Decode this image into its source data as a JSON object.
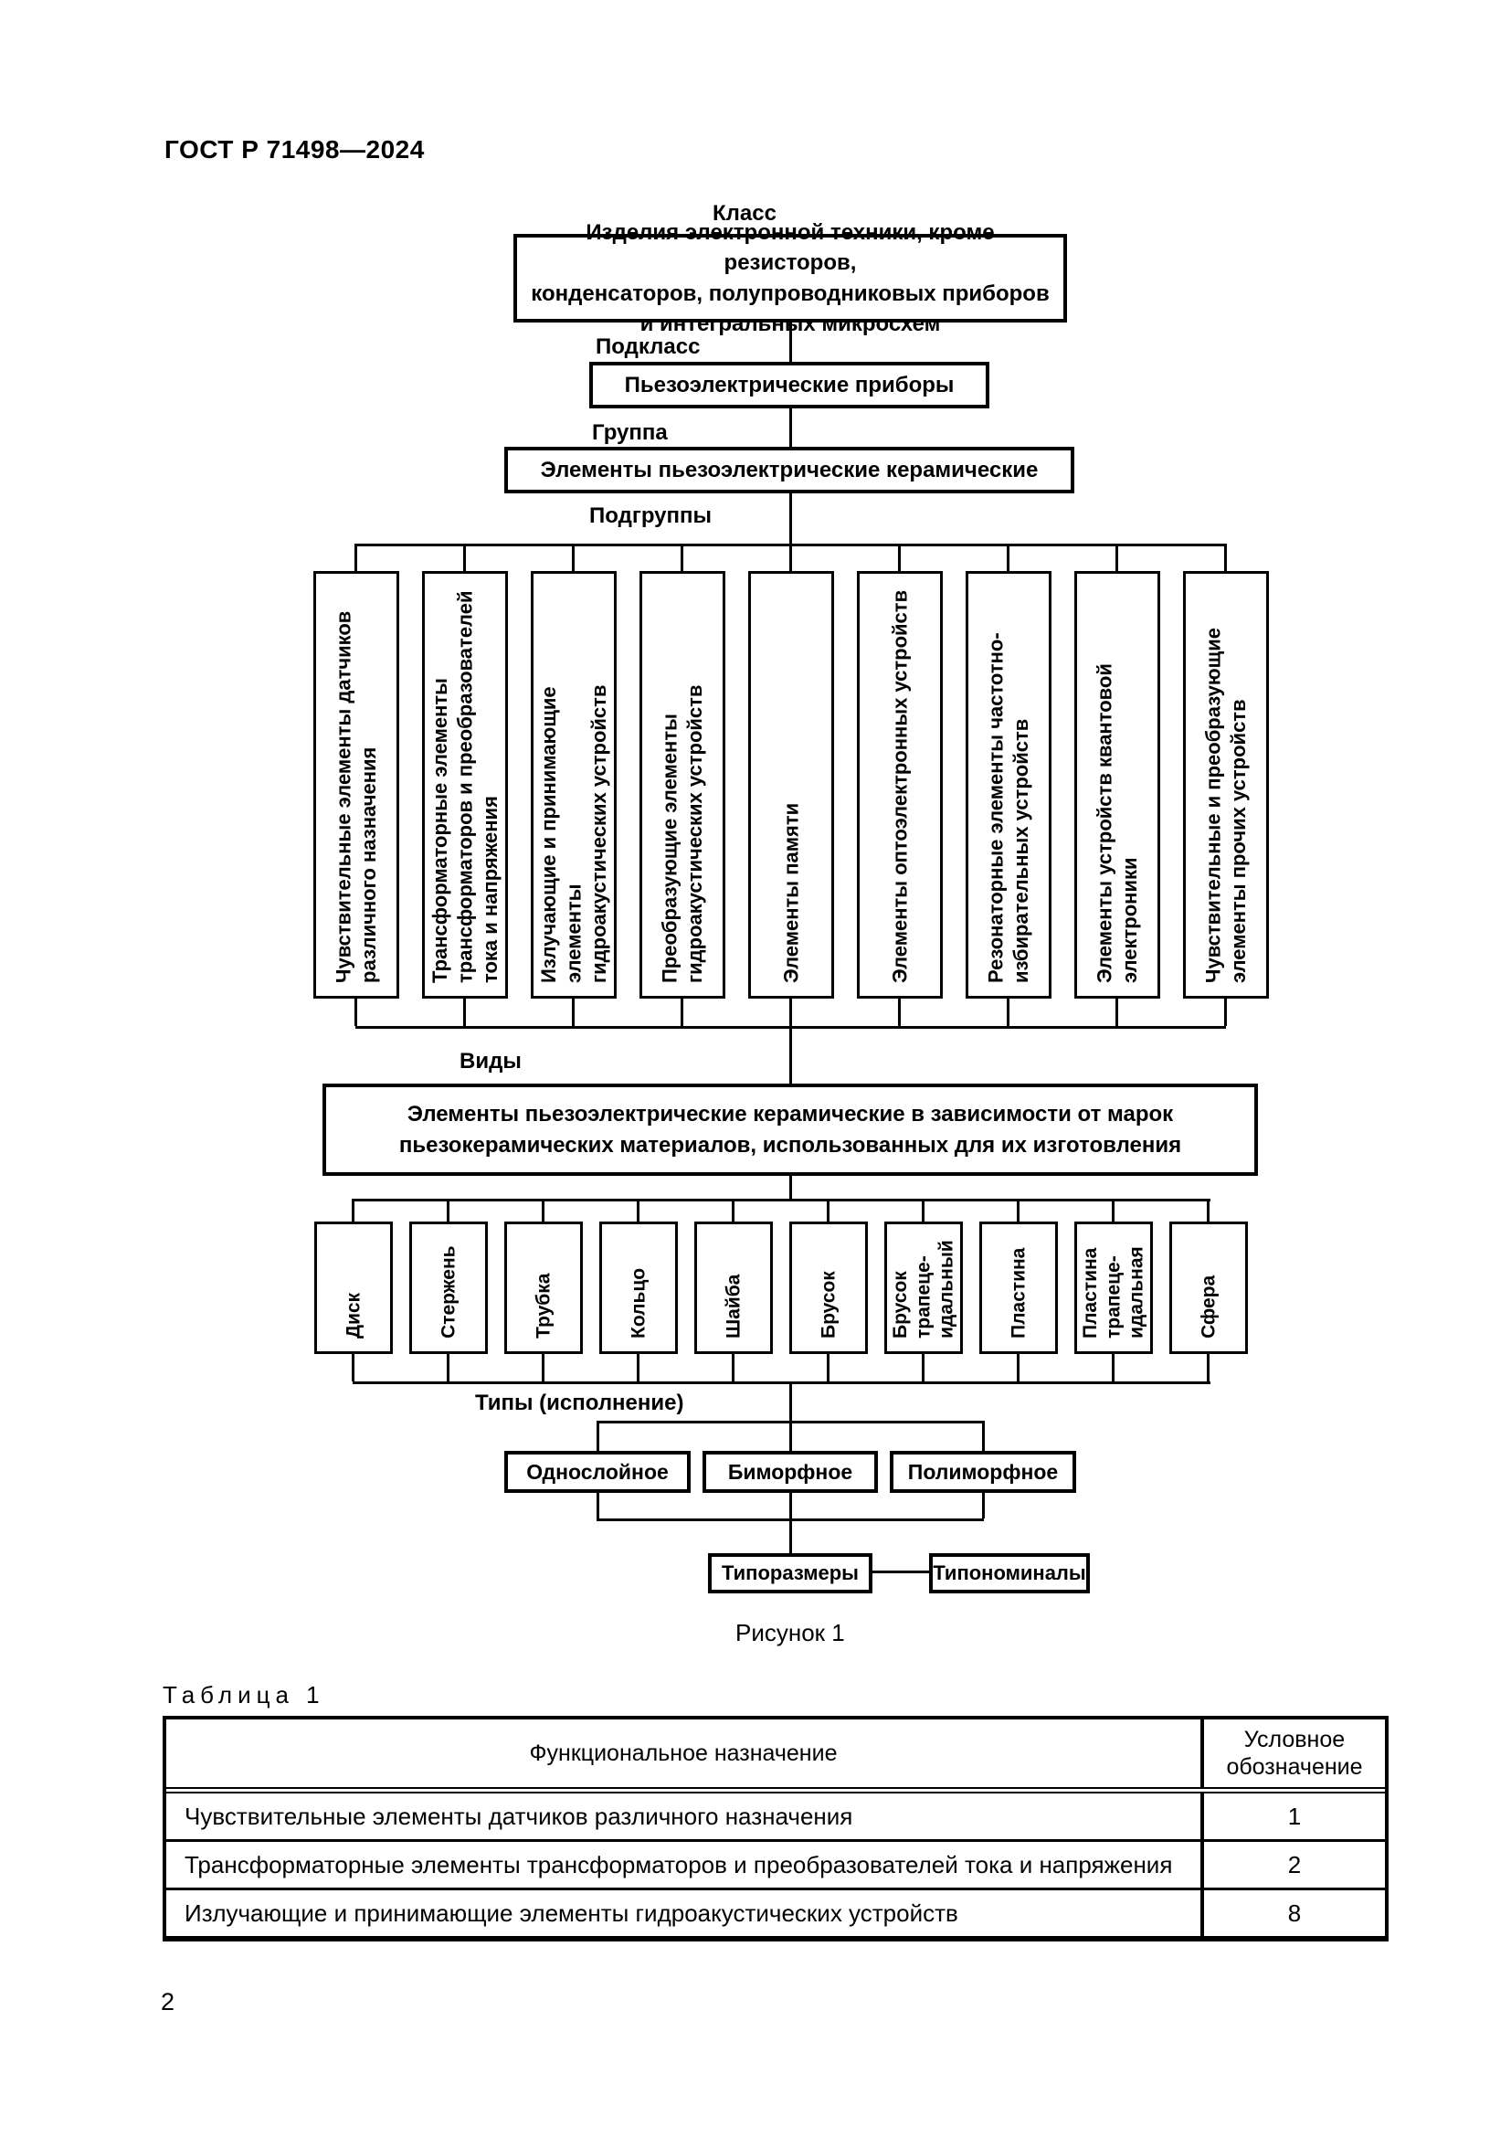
{
  "page": {
    "header": "ГОСТ Р 71498—2024",
    "figure_caption": "Рисунок 1",
    "table_caption": "Таблица 1",
    "page_number": "2"
  },
  "figure": {
    "class_label": "Класс",
    "class_box": "Изделия электронной техники, кроме резисторов,\nконденсаторов, полупроводниковых приборов\nи интегральных микросхем",
    "subclass_label": "Подкласс",
    "subclass_box": "Пьезоэлектрические приборы",
    "group_label": "Группа",
    "group_box": "Элементы пьезоэлектрические керамические",
    "subgroups_label": "Подгруппы",
    "subgroups": [
      "Чувствительные элементы датчиков\nразличного назначения",
      "Трансформаторные элементы\nтрансформаторов и преобразователей\nтока и напряжения",
      "Излучающие и принимающие элементы\nгидроакустических устройств",
      "Преобразующие элементы\nгидроакустических устройств",
      "Элементы памяти",
      "Элементы оптоэлектронных устройств",
      "Резонаторные элементы частотно-\nизбирательных устройств",
      "Элементы устройств квантовой\nэлектроники",
      "Чувствительные и преобразующие\nэлементы прочих устройств"
    ],
    "kinds_label": "Виды",
    "kinds_box": "Элементы пьезоэлектрические керамические в зависимости от марок\nпьезокерамических материалов, использованных для их изготовления",
    "shapes": [
      "Диск",
      "Стержень",
      "Трубка",
      "Кольцо",
      "Шайба",
      "Брусок",
      "Брусок\nтрапеце-\nидальный",
      "Пластина",
      "Пластина\nтрапеце-\nидальная",
      "Сфера"
    ],
    "types_label": "Типы (исполнение)",
    "types": [
      "Однослойное",
      "Биморфное",
      "Полиморфное"
    ],
    "sizes_box": "Типоразмеры",
    "nominals_box": "Типономиналы"
  },
  "table": {
    "columns": [
      "Функциональное назначение",
      "Условное\nобозначение"
    ],
    "rows": [
      {
        "name": "Чувствительные элементы датчиков различного назначения",
        "code": "1"
      },
      {
        "name": "Трансформаторные элементы трансформаторов и преобразователей тока и напряжения",
        "code": "2"
      },
      {
        "name": "Излучающие и принимающие элементы гидроакустических устройств",
        "code": "8"
      }
    ]
  }
}
